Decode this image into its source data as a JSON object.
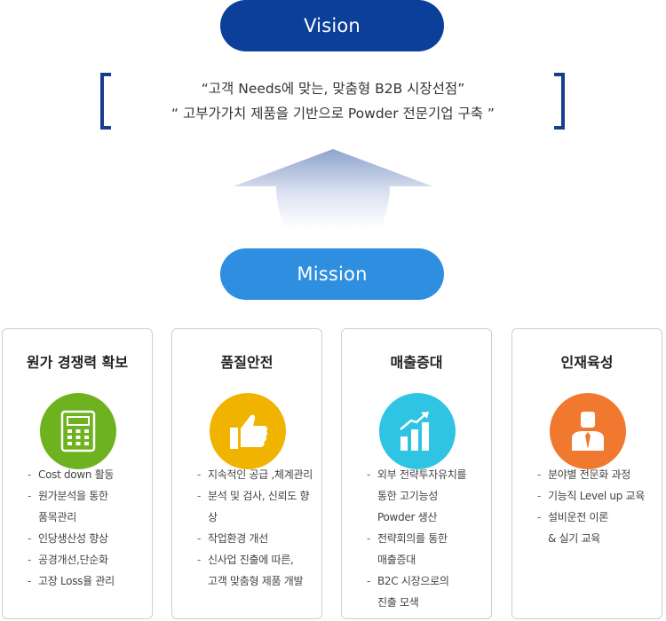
{
  "vision": {
    "label": "Vision",
    "line1": "“고객 Needs에 맞는, 맞춤형 B2B 시장선점”",
    "line2": "“ 고부가가치 제품을 기반으로 Powder 전문기업 구축 ”"
  },
  "mission": {
    "label": "Mission"
  },
  "colors": {
    "vision": "#0b3f9a",
    "mission": "#2e8fe0",
    "cost": "#6eb31f",
    "quality": "#f0b400",
    "sales": "#2fc4e3",
    "talent": "#f0782f"
  },
  "cards": [
    {
      "title": "원가 경쟁력 확보",
      "icon": "calculator-icon",
      "items": [
        "Cost down 활동",
        "원가분석을 통한\n품목관리",
        "인당생산성 향상",
        "공경개선,단순화",
        "고장 Loss율 관리"
      ]
    },
    {
      "title": "품질안전",
      "icon": "thumbs-up-icon",
      "items": [
        "지속적인 공급 ,체계관리",
        "분석 및 검사, 신뢰도 향상",
        "작업환경 개선",
        "신사업 진출에 따른,\n고객 맞춤형 제품 개발"
      ]
    },
    {
      "title": "매출증대",
      "icon": "growth-chart-icon",
      "items": [
        "외부 전략투자유치를\n통한 고기능성\nPowder 생산",
        "전략회의를 통한\n매출증대",
        "B2C 시장으로의\n진출 모색"
      ]
    },
    {
      "title": "인재육성",
      "icon": "person-icon",
      "items": [
        "분야별 전문화 과정",
        "기능직 Level up 교육",
        "설비운전 이론\n& 실기 교육"
      ]
    }
  ]
}
